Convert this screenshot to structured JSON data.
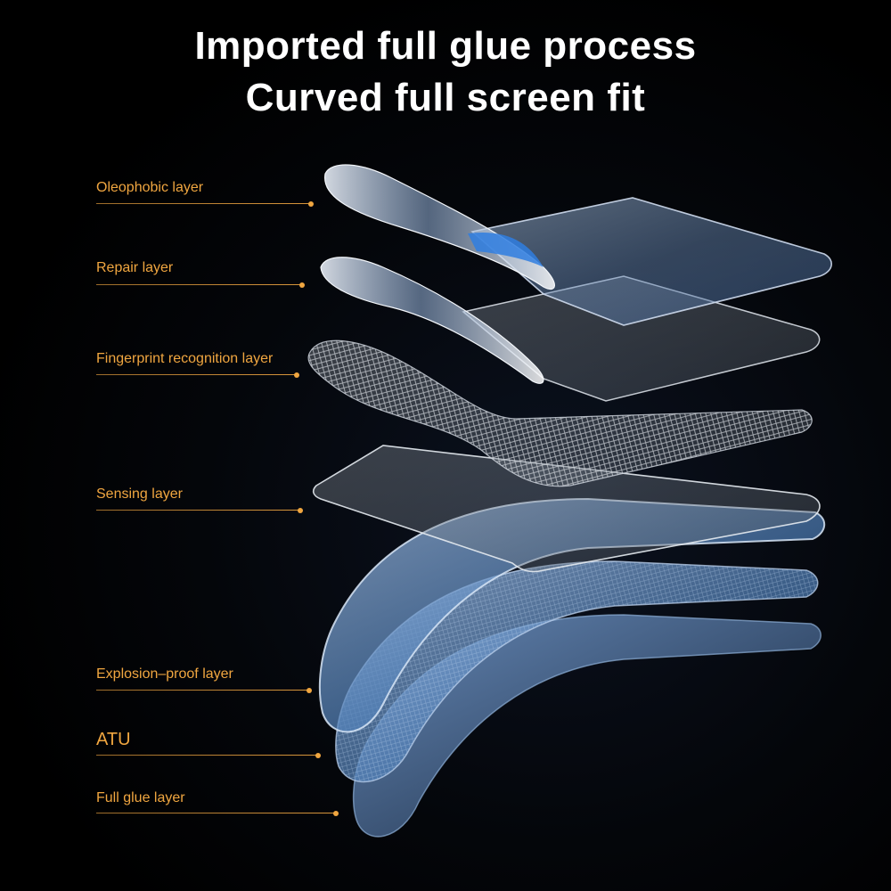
{
  "headline": {
    "line1": "Imported full glue process",
    "line2": "Curved full screen fit"
  },
  "layers": [
    {
      "label": "Oleophobic layer"
    },
    {
      "label": "Repair layer"
    },
    {
      "label": "Fingerprint recognition layer"
    },
    {
      "label": "Sensing layer"
    },
    {
      "label": "Explosion–proof layer"
    },
    {
      "label": "ATU"
    },
    {
      "label": "Full glue layer"
    }
  ],
  "colors": {
    "label_orange": "#f0a640",
    "headline_white": "#ffffff",
    "glass_blue": "#4f7fb8",
    "background": "#000000"
  }
}
